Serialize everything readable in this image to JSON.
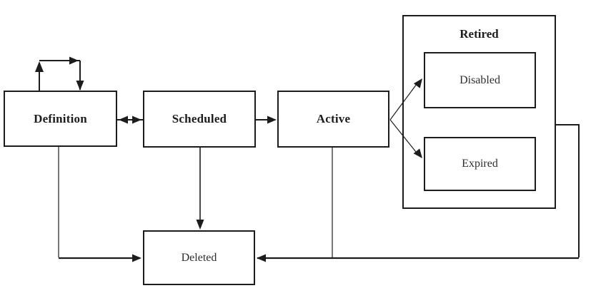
{
  "diagram": {
    "type": "state-diagram",
    "colors": {
      "ink": "#1c1c1c",
      "background": "#ffffff",
      "box_fill": "#ffffff"
    },
    "nodes": [
      {
        "id": "definition",
        "label": "Definition",
        "emphasis": "bold"
      },
      {
        "id": "scheduled",
        "label": "Scheduled",
        "emphasis": "bold"
      },
      {
        "id": "active",
        "label": "Active",
        "emphasis": "bold"
      },
      {
        "id": "retired",
        "label": "Retired",
        "emphasis": "bold",
        "container": true
      },
      {
        "id": "disabled",
        "label": "Disabled",
        "emphasis": "regular",
        "parent": "retired"
      },
      {
        "id": "expired",
        "label": "Expired",
        "emphasis": "regular",
        "parent": "retired"
      },
      {
        "id": "deleted",
        "label": "Deleted",
        "emphasis": "regular"
      }
    ],
    "edges": [
      {
        "from": "definition",
        "to": "definition",
        "style": "self-loop"
      },
      {
        "from": "definition",
        "to": "scheduled",
        "style": "bidirectional"
      },
      {
        "from": "scheduled",
        "to": "active",
        "style": "arrow"
      },
      {
        "from": "active",
        "to": "disabled",
        "style": "arrow"
      },
      {
        "from": "active",
        "to": "expired",
        "style": "arrow"
      },
      {
        "from": "scheduled",
        "to": "deleted",
        "style": "arrow"
      },
      {
        "from": "definition",
        "to": "deleted",
        "style": "arrow"
      },
      {
        "from": "active",
        "to": "deleted",
        "style": "arrow"
      },
      {
        "from": "retired",
        "to": "deleted",
        "style": "arrow"
      }
    ]
  }
}
